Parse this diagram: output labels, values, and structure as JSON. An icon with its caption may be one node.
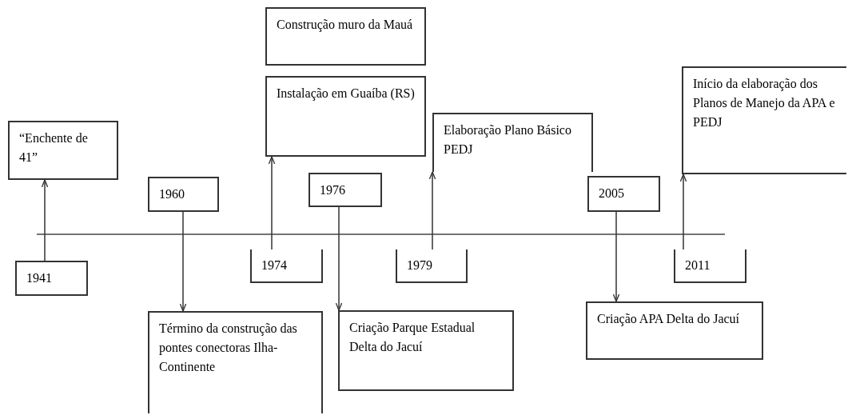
{
  "diagram": {
    "nodes": [
      {
        "text": [
          "“Enchente de 41”"
        ]
      },
      {
        "text": [
          "1941"
        ]
      },
      {
        "text": [
          "1960"
        ]
      },
      {
        "text": [
          "Término da construção das pontes conectoras Ilha-Continente"
        ]
      },
      {
        "text": [
          "Construção muro da Mauá"
        ]
      },
      {
        "text": [
          "Instalação em Guaíba (RS)"
        ]
      },
      {
        "text": [
          "1974"
        ]
      },
      {
        "text": [
          "1976"
        ]
      },
      {
        "text": [
          "Criação Parque Estadual Delta do Jacuí"
        ]
      },
      {
        "text": [
          "1979"
        ]
      },
      {
        "text": [
          "Elaboração Plano Básico PEDJ"
        ]
      },
      {
        "text": [
          "2005"
        ]
      },
      {
        "text": [
          "Criação APA Delta do Jacuí"
        ]
      },
      {
        "text": [
          "2011"
        ]
      },
      {
        "text": [
          "Início da elaboração dos Planos de Manejo da APA e PEDJ"
        ]
      }
    ],
    "edges": [
      {
        "from": 1,
        "to": 0,
        "arrow": "to"
      },
      {
        "from": 2,
        "to": 3,
        "arrow": "to"
      },
      {
        "from": 6,
        "to": 5,
        "arrow": "to"
      },
      {
        "from": 7,
        "to": 8,
        "arrow": "to"
      },
      {
        "from": 9,
        "to": 10,
        "arrow": "to"
      },
      {
        "from": 11,
        "to": 12,
        "arrow": "to"
      },
      {
        "from": 13,
        "to": 14,
        "arrow": "to"
      }
    ]
  }
}
